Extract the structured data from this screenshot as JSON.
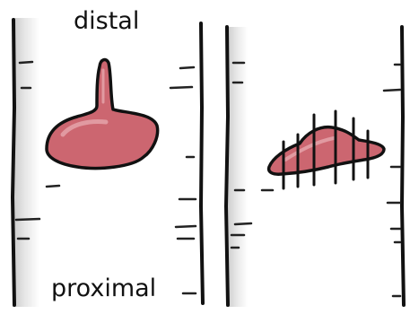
{
  "labels": {
    "distal": "distal",
    "proximal": "proximal"
  },
  "colors": {
    "background": "#ffffff",
    "ink": "#111111",
    "bone_shade": "#d6d6d6",
    "bone_light": "#ececec",
    "lesion_fill": "#cc6670",
    "lesion_highlight": "#e19aa1"
  },
  "panels": [
    {
      "id": "left",
      "lesion": "pedunculated"
    },
    {
      "id": "right",
      "lesion": "sessile-with-vertical-markings"
    }
  ]
}
